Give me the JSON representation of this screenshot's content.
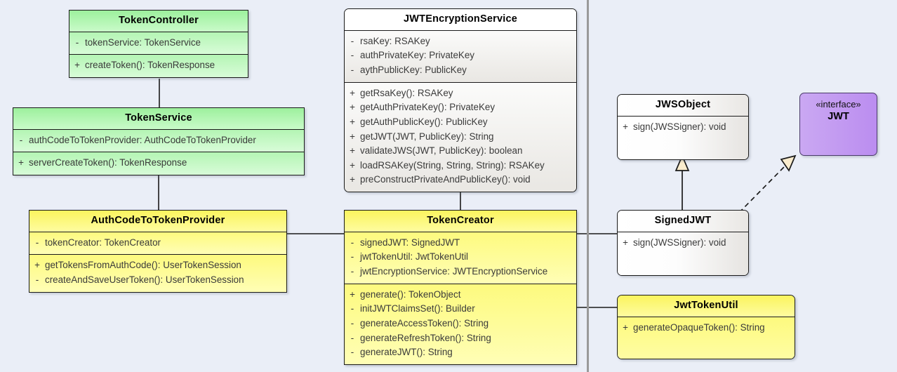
{
  "diagram": {
    "kind": "uml-class-diagram",
    "background_color": "#eaeef7",
    "page_divider_color": "#9a9a9a",
    "classes": [
      {
        "id": "token-controller",
        "name": "TokenController",
        "fill": "#b4f5b4",
        "attributes": [
          {
            "vis": "-",
            "sig": "tokenService: TokenService"
          }
        ],
        "operations": [
          {
            "vis": "+",
            "sig": "createToken(): TokenResponse"
          }
        ]
      },
      {
        "id": "token-service",
        "name": "TokenService",
        "fill": "#b4f5b4",
        "attributes": [
          {
            "vis": "-",
            "sig": "authCodeToTokenProvider: AuthCodeToTokenProvider"
          }
        ],
        "operations": [
          {
            "vis": "+",
            "sig": "serverCreateToken(): TokenResponse"
          }
        ]
      },
      {
        "id": "jwt-encryption-service",
        "name": "JWTEncryptionService",
        "fill": "#ffffff",
        "attributes": [
          {
            "vis": "-",
            "sig": "rsaKey: RSAKey"
          },
          {
            "vis": "-",
            "sig": "authPrivateKey: PrivateKey"
          },
          {
            "vis": "-",
            "sig": "aythPublicKey: PublicKey"
          }
        ],
        "operations": [
          {
            "vis": "+",
            "sig": "getRsaKey(): RSAKey"
          },
          {
            "vis": "+",
            "sig": "getAuthPrivateKey(): PrivateKey"
          },
          {
            "vis": "+",
            "sig": "getAuthPublicKey(): PublicKey"
          },
          {
            "vis": "+",
            "sig": "getJWT(JWT, PublicKey): String"
          },
          {
            "vis": "+",
            "sig": "validateJWS(JWT, PublicKey): boolean"
          },
          {
            "vis": "+",
            "sig": "loadRSAKey(String, String, String): RSAKey"
          },
          {
            "vis": "+",
            "sig": "preConstructPrivateAndPublicKey(): void"
          }
        ]
      },
      {
        "id": "auth-code-to-token-provider",
        "name": "AuthCodeToTokenProvider",
        "fill": "#fdfa7e",
        "attributes": [
          {
            "vis": "-",
            "sig": "tokenCreator: TokenCreator"
          }
        ],
        "operations": [
          {
            "vis": "+",
            "sig": "getTokensFromAuthCode(): UserTokenSession"
          },
          {
            "vis": "-",
            "sig": "createAndSaveUserToken(): UserTokenSession"
          }
        ]
      },
      {
        "id": "token-creator",
        "name": "TokenCreator",
        "fill": "#fdfa7e",
        "attributes": [
          {
            "vis": "-",
            "sig": "signedJWT: SignedJWT"
          },
          {
            "vis": "-",
            "sig": "jwtTokenUtil: JwtTokenUtil"
          },
          {
            "vis": "-",
            "sig": "jwtEncryptionService: JWTEncryptionService"
          }
        ],
        "operations": [
          {
            "vis": "+",
            "sig": "generate(): TokenObject"
          },
          {
            "vis": "-",
            "sig": "initJWTClaimsSet(): Builder"
          },
          {
            "vis": "-",
            "sig": "generateAccessToken(): String"
          },
          {
            "vis": "-",
            "sig": "generateRefreshToken(): String"
          },
          {
            "vis": "-",
            "sig": "generateJWT(): String"
          }
        ]
      },
      {
        "id": "jws-object",
        "name": "JWSObject",
        "fill": "#ffffff",
        "attributes": [],
        "operations": [
          {
            "vis": "+",
            "sig": "sign(JWSSigner): void"
          }
        ]
      },
      {
        "id": "signed-jwt",
        "name": "SignedJWT",
        "fill": "#ffffff",
        "attributes": [],
        "operations": [
          {
            "vis": "+",
            "sig": "sign(JWSSigner): void"
          }
        ]
      },
      {
        "id": "jwt-token-util",
        "name": "JwtTokenUtil",
        "fill": "#fdfa7e",
        "attributes": [],
        "operations": [
          {
            "vis": "+",
            "sig": "generateOpaqueToken(): String"
          }
        ]
      }
    ],
    "interfaces": [
      {
        "id": "jwt-interface",
        "stereotype": "«interface»",
        "name": "JWT",
        "fill": "#bb8df0"
      }
    ],
    "relationships": [
      {
        "from": "token-controller",
        "to": "token-service",
        "type": "association"
      },
      {
        "from": "token-service",
        "to": "auth-code-to-token-provider",
        "type": "association"
      },
      {
        "from": "auth-code-to-token-provider",
        "to": "token-creator",
        "type": "association"
      },
      {
        "from": "jwt-encryption-service",
        "to": "token-creator",
        "type": "association"
      },
      {
        "from": "token-creator",
        "to": "signed-jwt",
        "type": "association"
      },
      {
        "from": "token-creator",
        "to": "jwt-token-util",
        "type": "association"
      },
      {
        "from": "signed-jwt",
        "to": "jws-object",
        "type": "generalization"
      },
      {
        "from": "signed-jwt",
        "to": "jwt-interface",
        "type": "realization"
      }
    ]
  }
}
